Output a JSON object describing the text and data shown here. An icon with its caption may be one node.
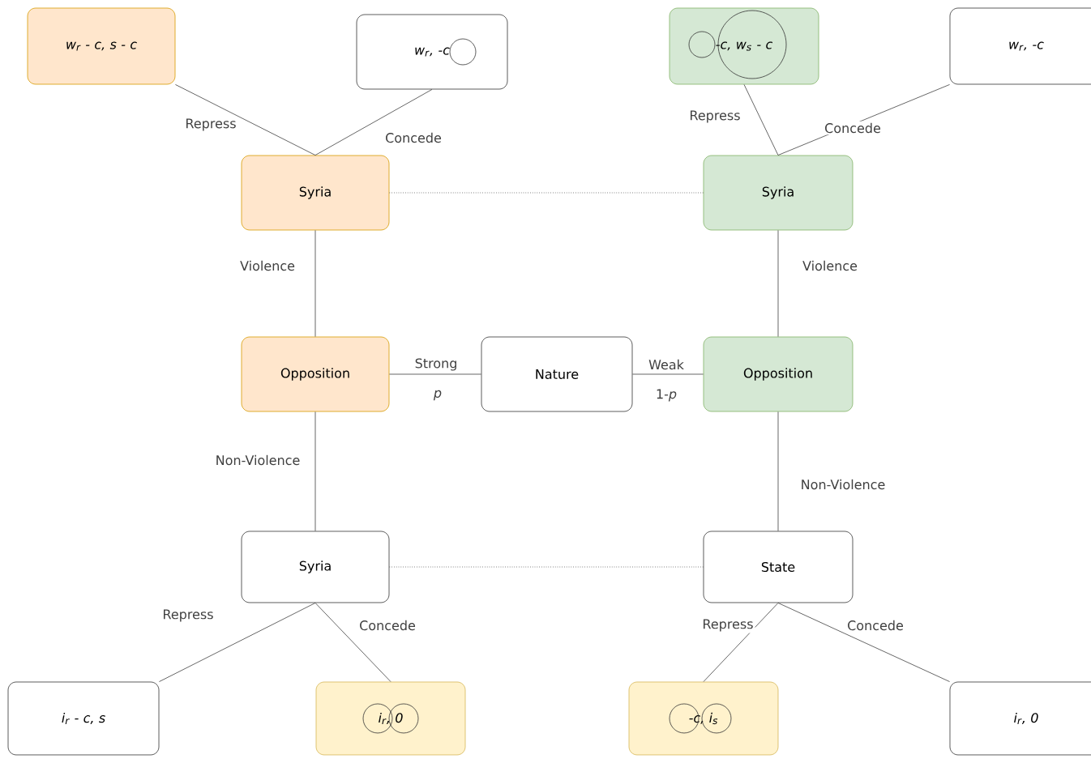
{
  "diagram": {
    "nodes": [
      {
        "text": [
          "w$_{r}$ - c, s - c"
        ]
      },
      {
        "text": [
          "w$_{r}$, -c"
        ]
      },
      {
        "text": [
          "-c, w$_{s}$ - c"
        ]
      },
      {
        "text": [
          "w$_{r}$, -c"
        ]
      },
      {
        "text": [
          "Syria"
        ]
      },
      {
        "text": [
          "Syria"
        ]
      },
      {
        "text": [
          "Opposition"
        ]
      },
      {
        "text": [
          "Nature"
        ]
      },
      {
        "text": [
          "Opposition"
        ]
      },
      {
        "text": [
          "Syria"
        ]
      },
      {
        "text": [
          "State"
        ]
      },
      {
        "text": [
          "i$_{r}$ - c, s"
        ]
      },
      {
        "text": [
          "i$_{r}$, 0"
        ]
      },
      {
        "text": [
          "-c, i$_{s}$"
        ]
      },
      {
        "text": [
          "i$_{r}$, 0"
        ]
      }
    ],
    "edges": [
      {
        "from": 4,
        "to": 0,
        "arrow": "none",
        "label": "Repress"
      },
      {
        "from": 4,
        "to": 1,
        "arrow": "none",
        "label": "Concede"
      },
      {
        "from": 5,
        "to": 2,
        "arrow": "none",
        "label": "Repress"
      },
      {
        "from": 5,
        "to": 3,
        "arrow": "none",
        "label": "Concede"
      },
      {
        "from": 4,
        "to": 5,
        "arrow": "none",
        "style": "dashed"
      },
      {
        "from": 6,
        "to": 4,
        "arrow": "none",
        "label": "Violence"
      },
      {
        "from": 8,
        "to": 5,
        "arrow": "none",
        "label": "Violence"
      },
      {
        "from": 7,
        "to": 6,
        "arrow": "none",
        "label": "Strong"
      },
      {
        "from": 7,
        "to": 8,
        "arrow": "none",
        "label": "Weak"
      },
      {
        "from": 6,
        "to": 9,
        "arrow": "none",
        "label": "Non-Violence"
      },
      {
        "from": 8,
        "to": 10,
        "arrow": "none",
        "label": "Non-Violence"
      },
      {
        "from": 9,
        "to": 10,
        "arrow": "none",
        "style": "dashed"
      },
      {
        "from": 9,
        "to": 11,
        "arrow": "none",
        "label": "Repress"
      },
      {
        "from": 9,
        "to": 12,
        "arrow": "none",
        "label": "Concede"
      },
      {
        "from": 10,
        "to": 13,
        "arrow": "none",
        "label": "Repress"
      },
      {
        "from": 10,
        "to": 14,
        "arrow": "none",
        "label": "Concede"
      }
    ],
    "labels": [
      "p",
      "1-*p*"
    ]
  }
}
